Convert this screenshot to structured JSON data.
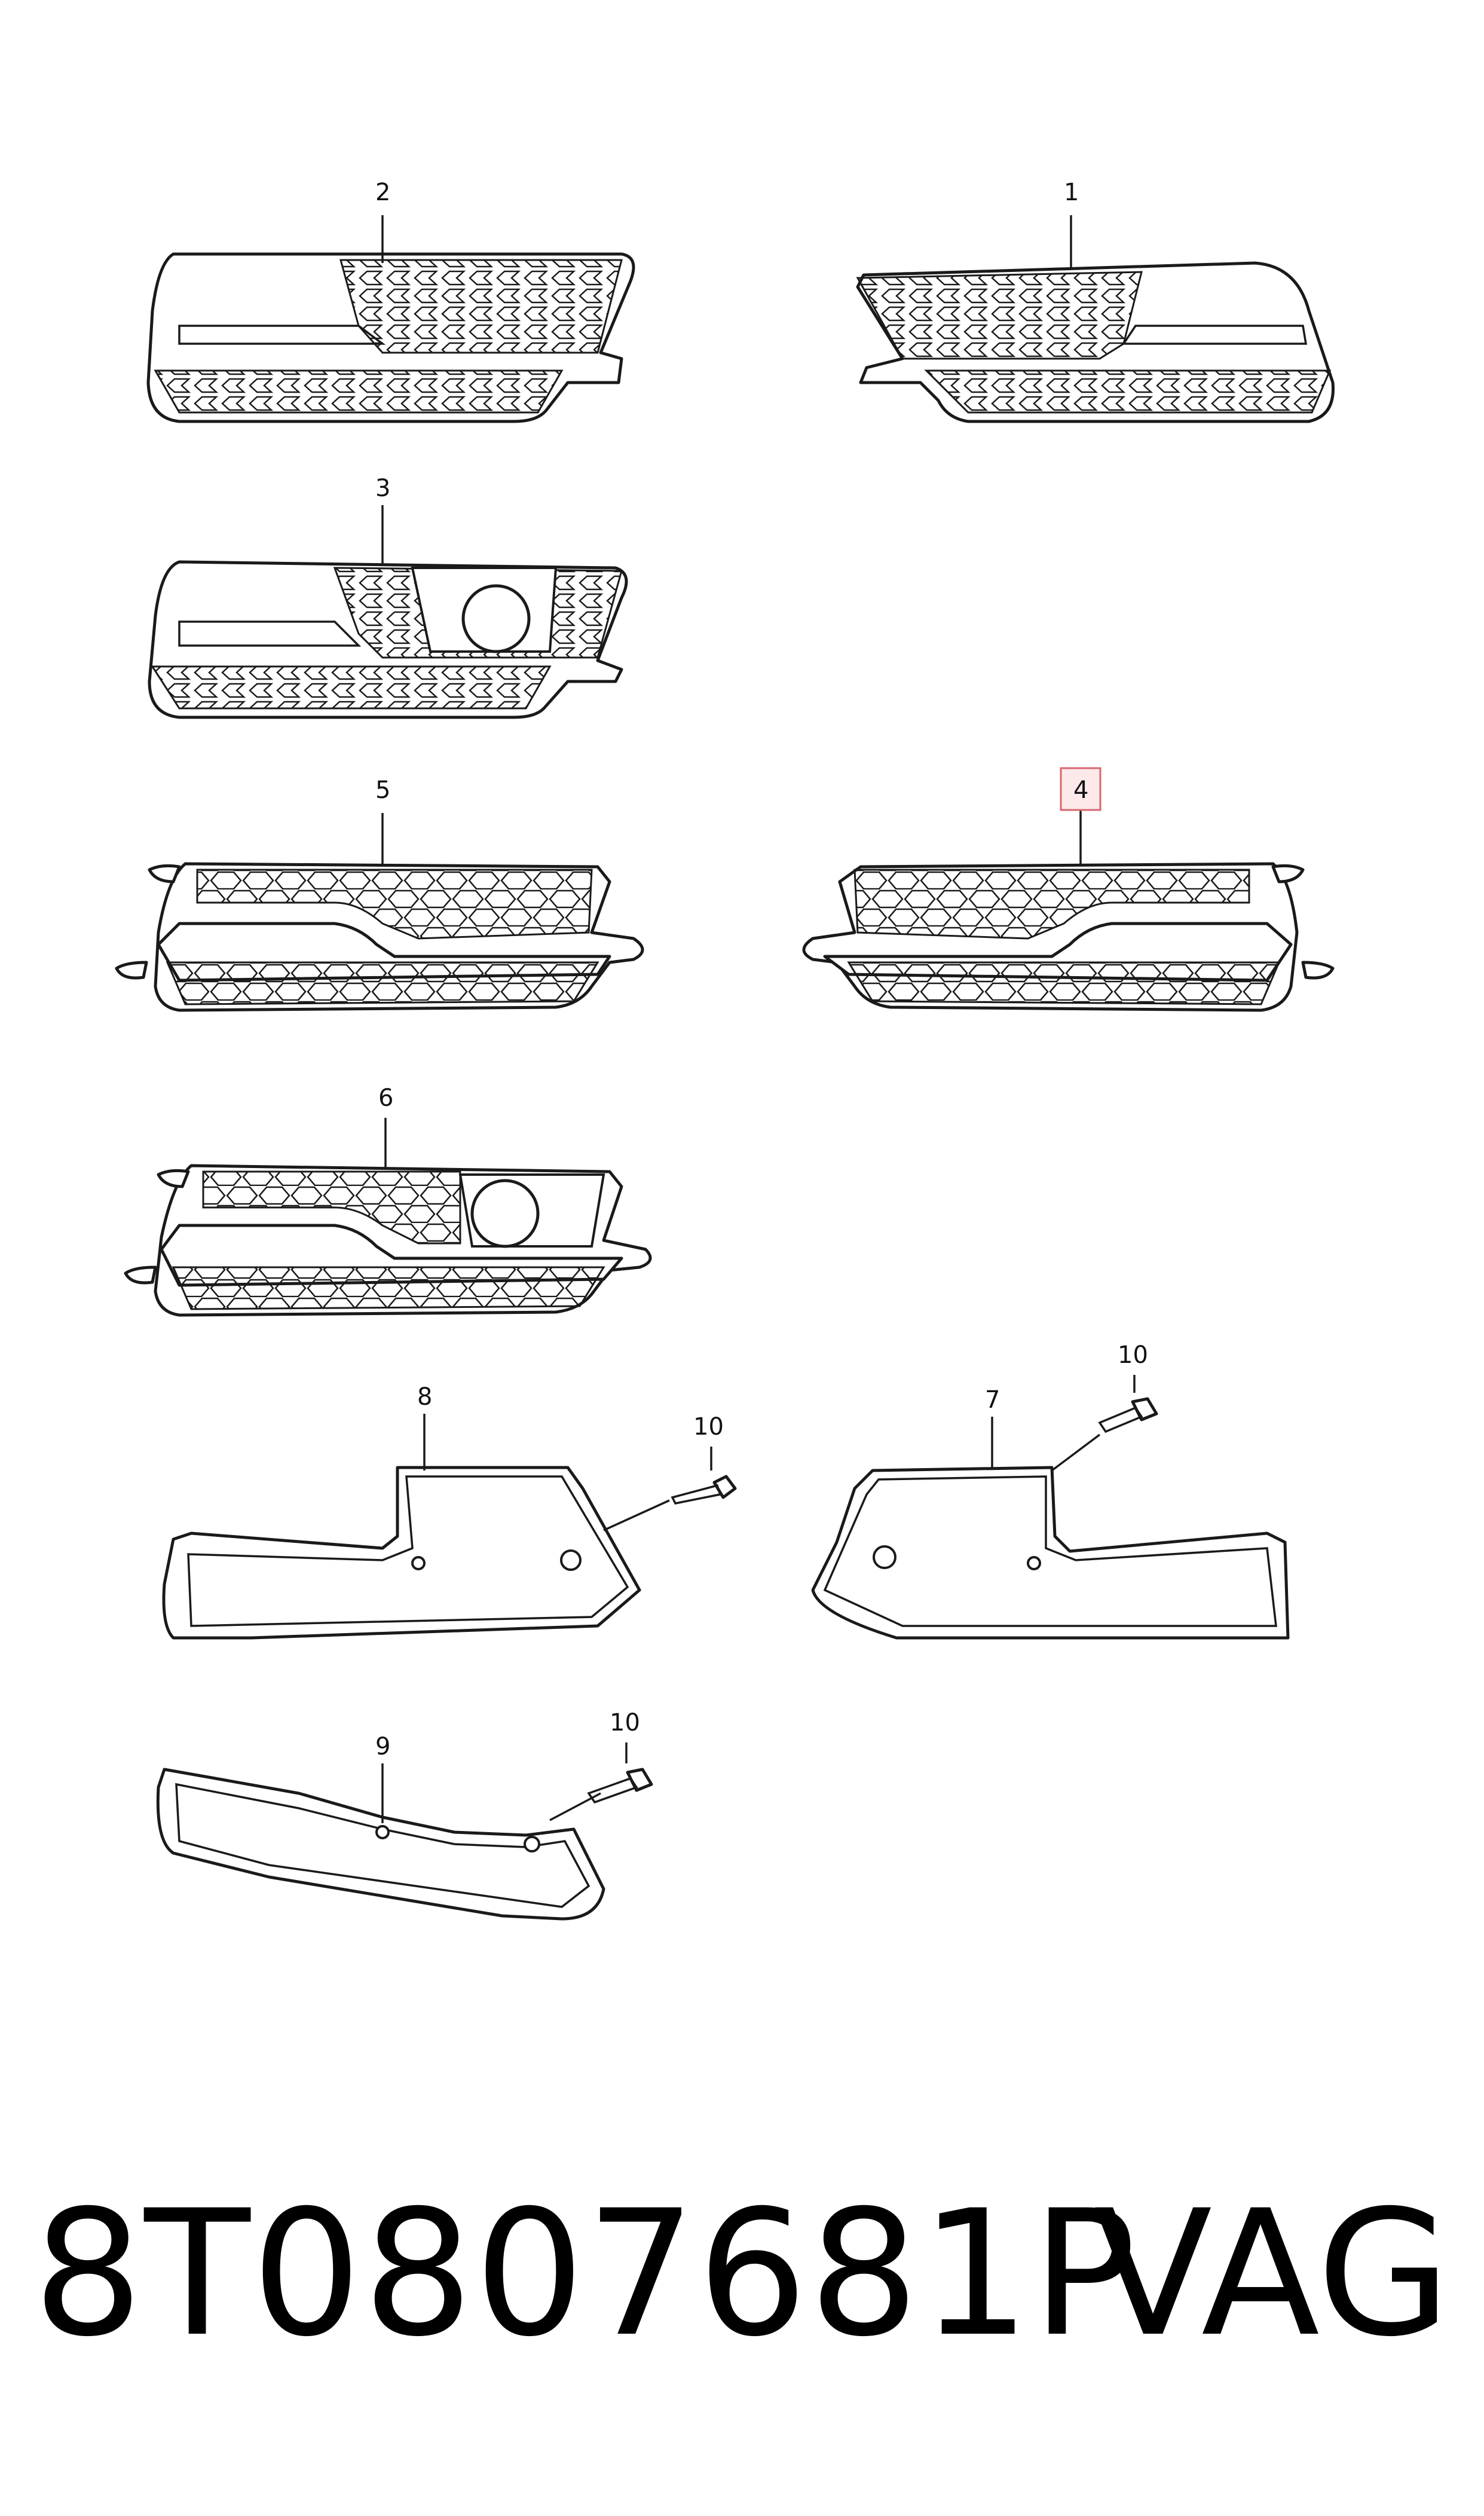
{
  "callouts": {
    "c1": "1",
    "c2": "2",
    "c3": "3",
    "c4": "4",
    "c5": "5",
    "c6": "6",
    "c7": "7",
    "c8": "8",
    "c9": "9",
    "c10a": "10",
    "c10b": "10",
    "c10c": "10"
  },
  "highlighted_callout": "4",
  "colors": {
    "line": "#1a1a1a",
    "highlight_fill": "#fde8ea",
    "highlight_border": "#d9666f"
  },
  "footer": {
    "part_number": "8T0807681P",
    "brand": "VAG"
  }
}
